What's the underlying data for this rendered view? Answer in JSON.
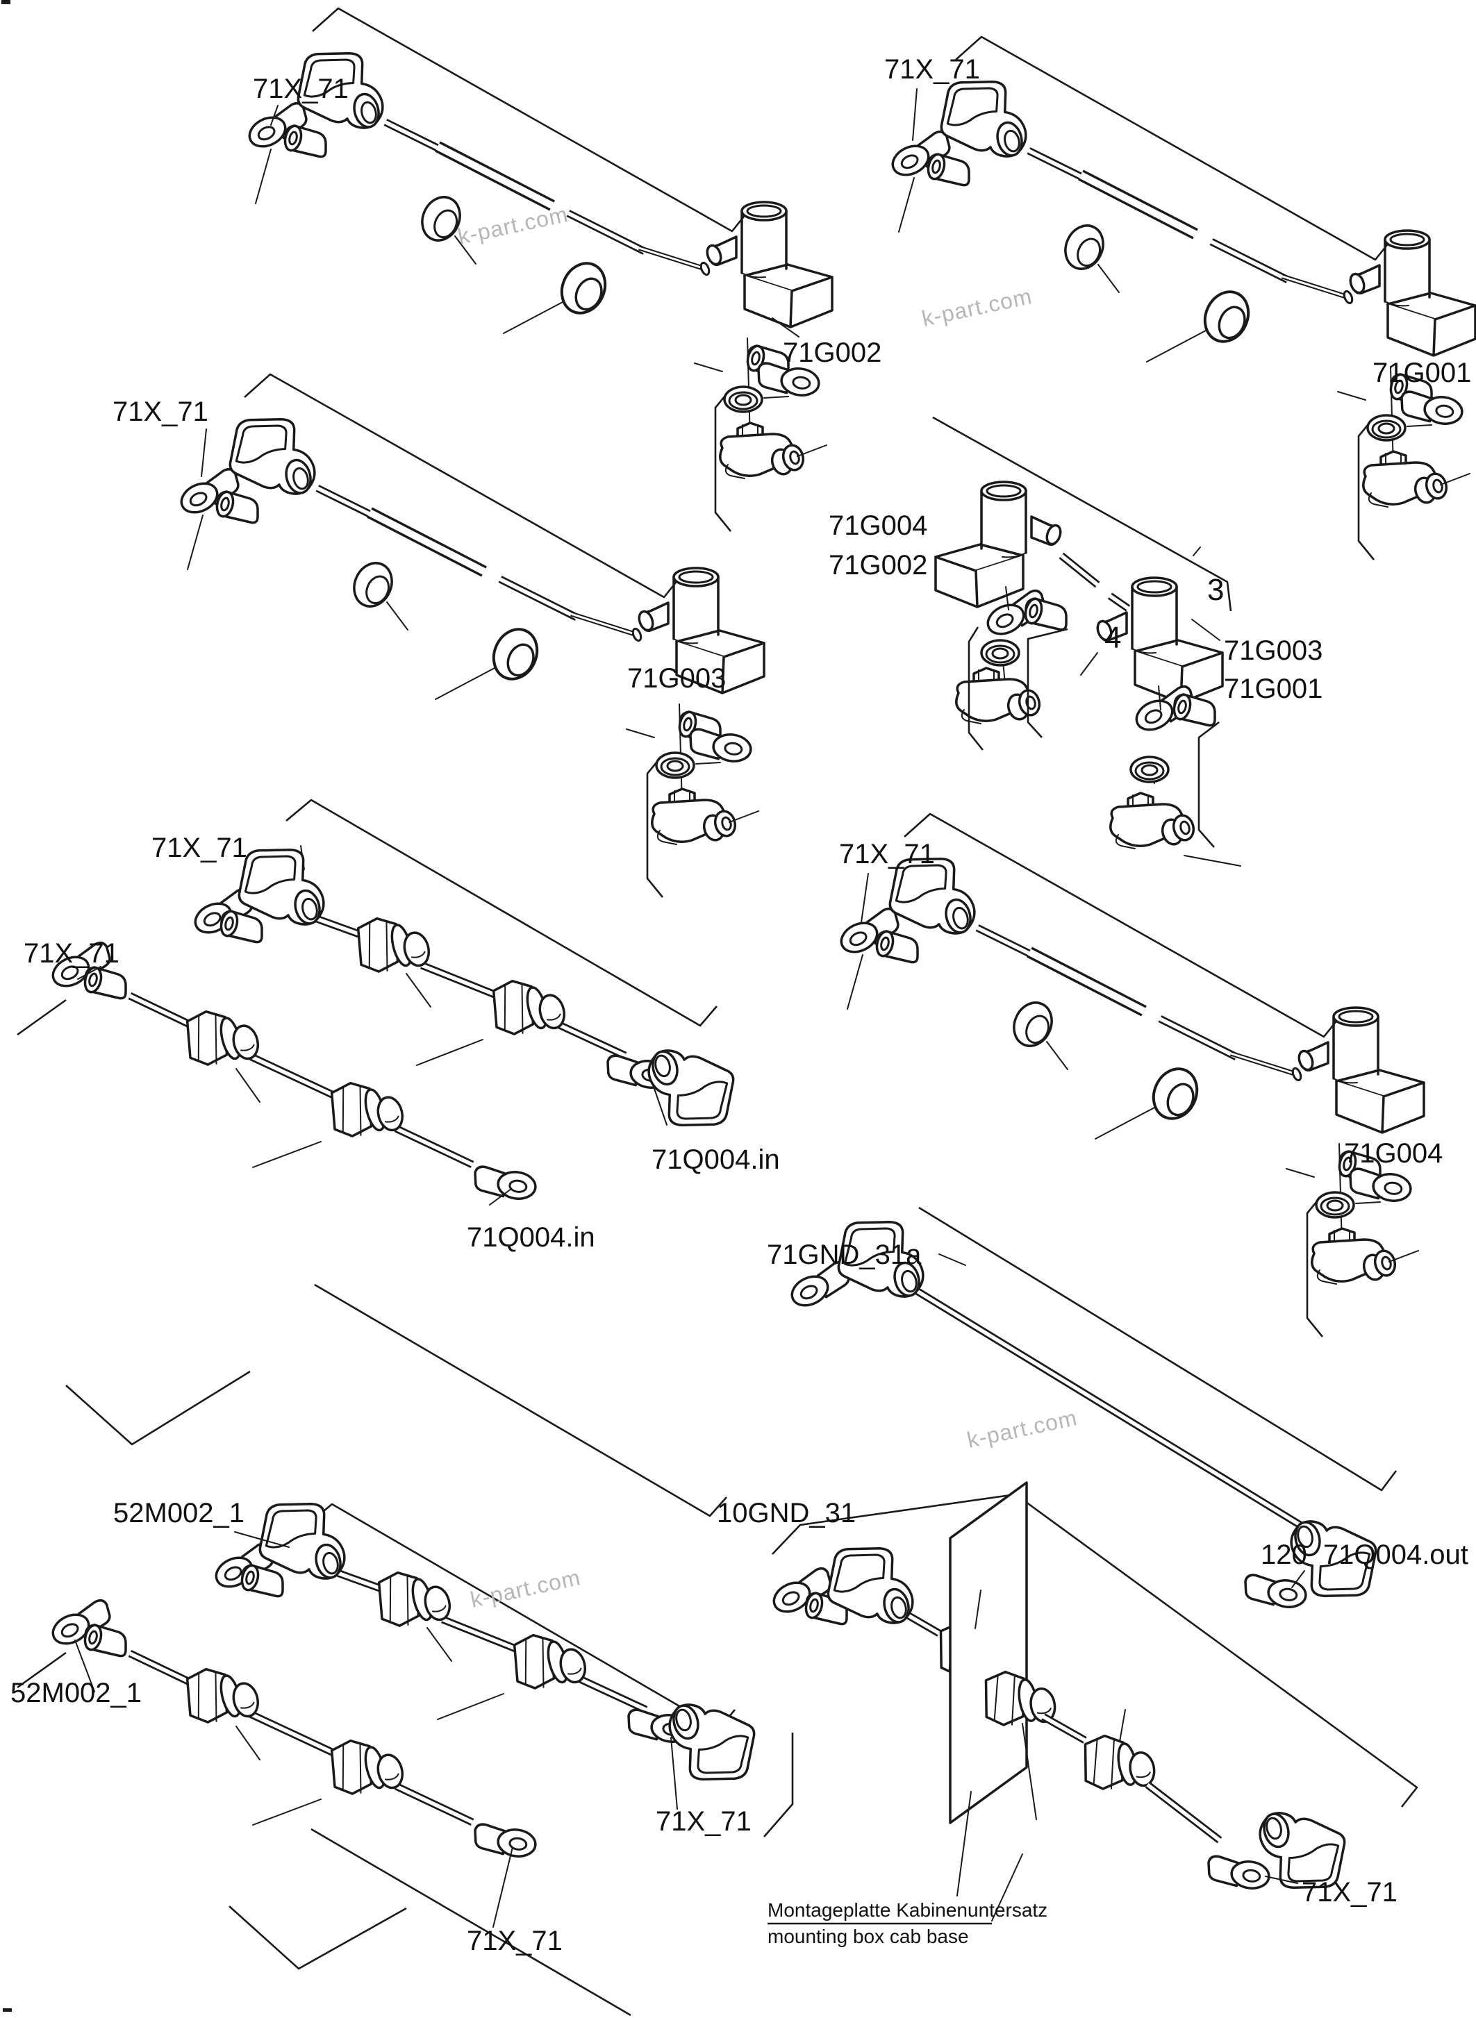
{
  "colors": {
    "background": "#ffffff",
    "line": "#1a1a1a",
    "label": "#111111",
    "watermark": "#b6b6b6"
  },
  "watermark_text": "k-part.com",
  "labels": {
    "a1_x": "71X_71",
    "a1_g": "71G002",
    "a3_x": "71X_71",
    "a3_g": "71G001",
    "a2_x": "71X_71",
    "a2_g": "71G003",
    "m_g1": "71G004",
    "m_g2": "71G002",
    "m_g3": "71G003",
    "m_g4": "71G001",
    "m_c3": "3",
    "m_c4": "4",
    "b3_x1": "71X_71",
    "b3_x2": "71X_71",
    "b3_q1": "71Q004.in",
    "b3_q2": "71Q004.in",
    "a6_x": "71X_71",
    "a6_g": "71G004",
    "c_name": "71GND_31a",
    "c_out": "120 71Q004.out",
    "b4_m1": "52M002_1",
    "b4_m2": "52M002_1",
    "b4_x1": "71X_71",
    "b4_x2": "71X_71",
    "d_name": "10GND_31",
    "d_x": "71X_71",
    "note_de": "Montageplatte Kabinenuntersatz",
    "note_en": "mounting box cab base"
  }
}
